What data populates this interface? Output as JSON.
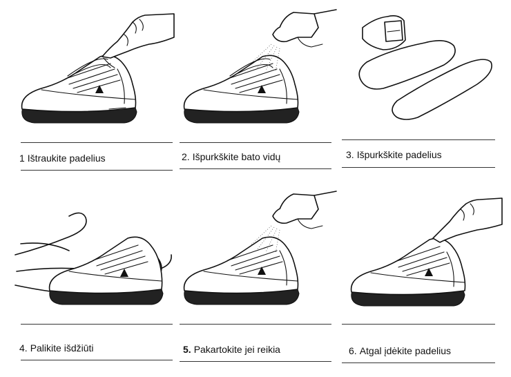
{
  "steps": [
    {
      "number": "1",
      "text": "Ištraukite padelius",
      "bold_number": false,
      "illustration": "shoe-hand-pulling-insole"
    },
    {
      "number": "2.",
      "text": "Išpurkškite bato vidų",
      "bold_number": false,
      "illustration": "shoe-spray-inside"
    },
    {
      "number": "3.",
      "text": "Išpurkškite padelius",
      "bold_number": false,
      "illustration": "insoles-spray"
    },
    {
      "number": "4.",
      "text": "Palikite išdžiūti",
      "bold_number": false,
      "illustration": "shoe-air-drying"
    },
    {
      "number": "5.",
      "text": "Pakartokite jei reikia",
      "bold_number": true,
      "illustration": "shoe-spray-inside"
    },
    {
      "number": "6.",
      "text": "Atgal įdėkite padelius",
      "bold_number": false,
      "illustration": "shoe-hand-inserting-insole"
    }
  ]
}
